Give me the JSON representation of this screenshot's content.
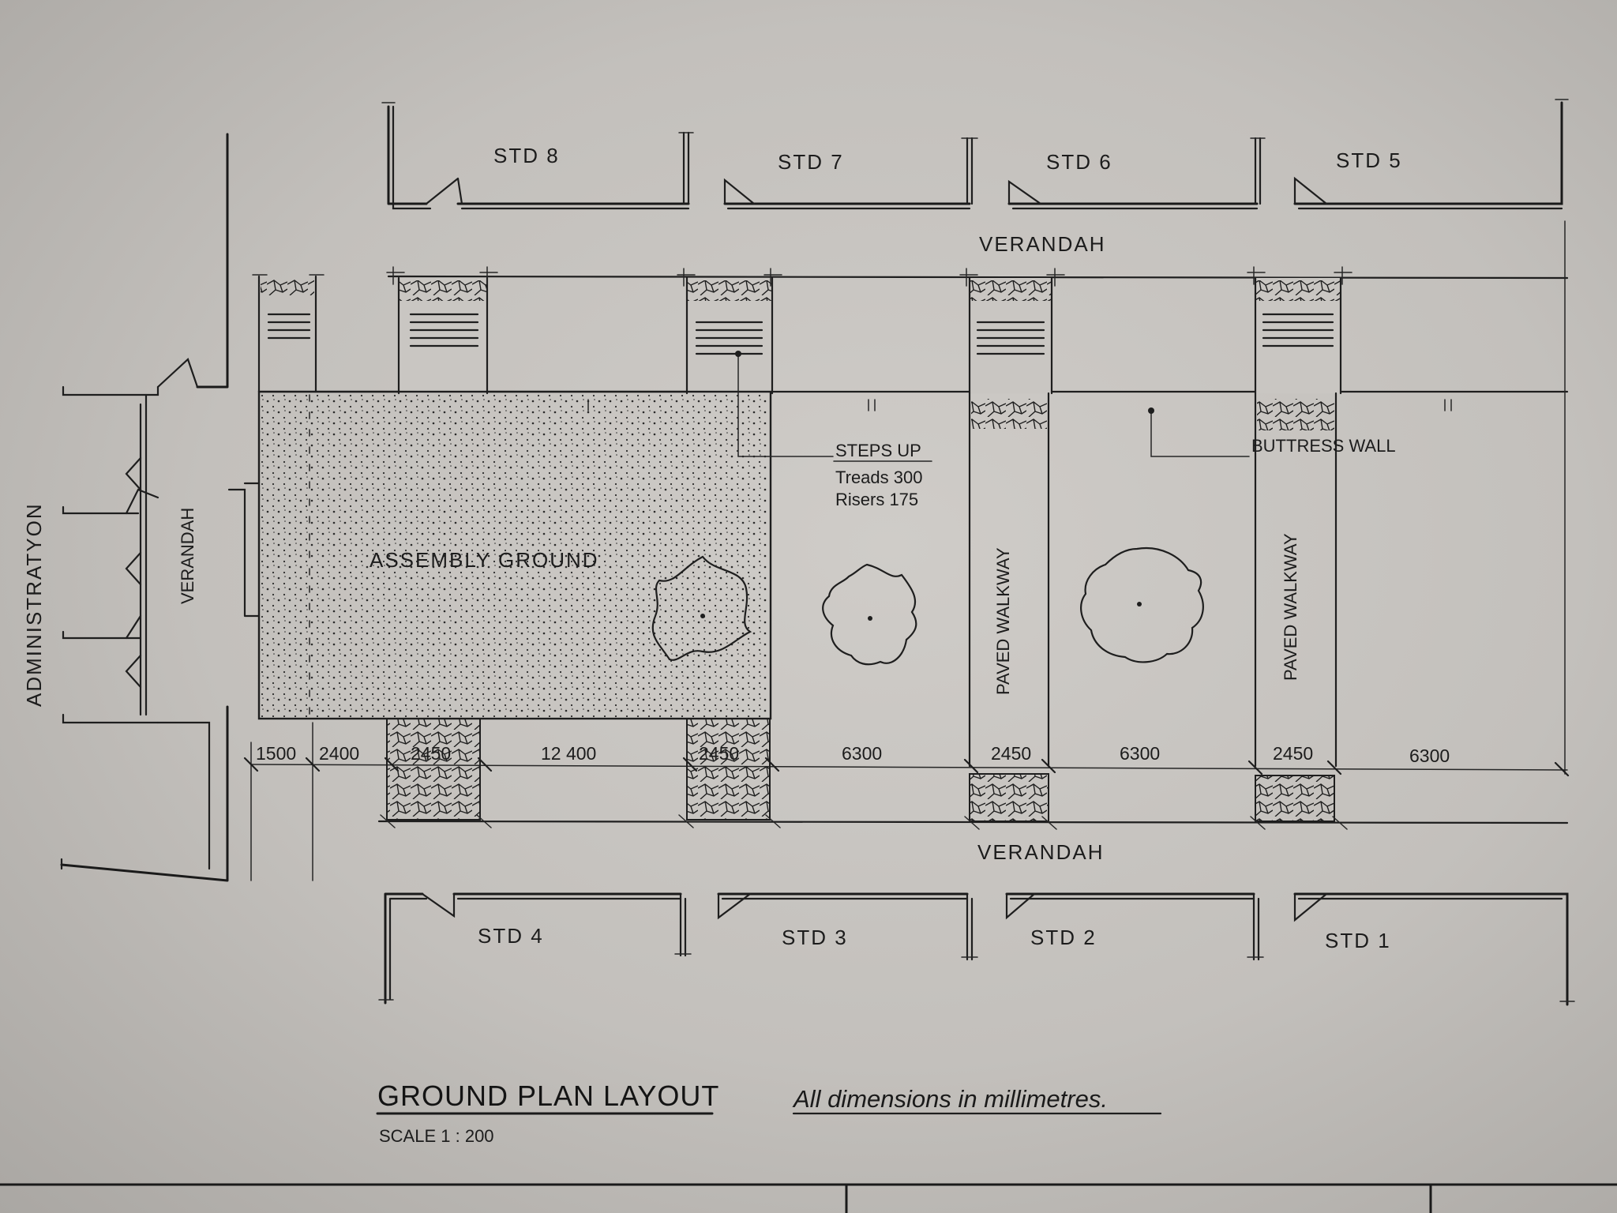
{
  "rooms_top": [
    "STD 8",
    "STD 7",
    "STD 6",
    "STD 5"
  ],
  "rooms_bottom": [
    "STD 4",
    "STD 3",
    "STD 2",
    "STD 1"
  ],
  "verandah_labels": {
    "top": "VERANDAH",
    "bottom": "VERANDAH",
    "left": "VERANDAH"
  },
  "administration_label": "ADMINISTRATYON",
  "assembly_label": "ASSEMBLY GROUND",
  "walkway_label": "PAVED WALKWAY",
  "steps_note": {
    "title": "STEPS UP",
    "treads": "Treads 300",
    "risers": "Risers 175"
  },
  "buttress_label": "BUTTRESS WALL",
  "dimensions": [
    "1500",
    "2400",
    "2450",
    "12 400",
    "2450",
    "6300",
    "2450",
    "6300",
    "2450",
    "6300"
  ],
  "title": "GROUND PLAN LAYOUT",
  "scale": "SCALE 1 : 200",
  "note": "All dimensions in millimetres."
}
